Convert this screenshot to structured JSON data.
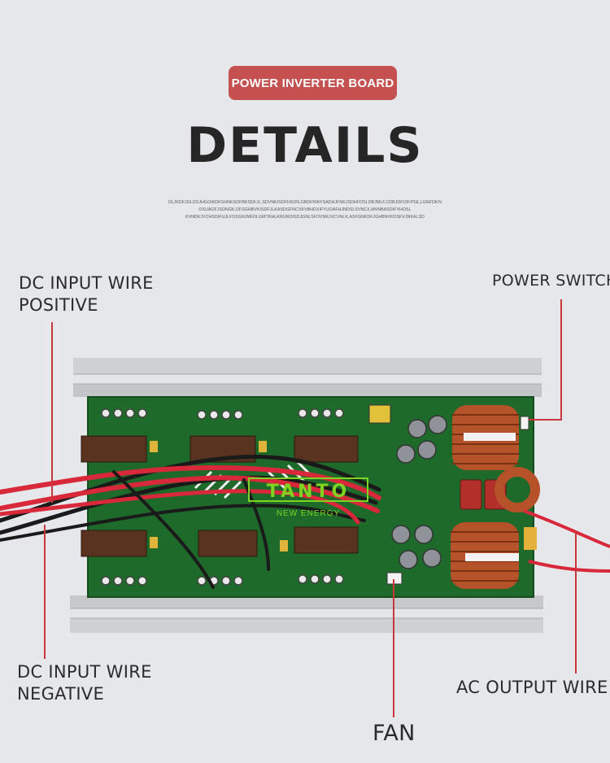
{
  "header": {
    "badge": "POWER INVERTER BOARD",
    "title": "DETAILS",
    "filler_lines": [
      "OLJKDFJGLDSJHGOIKDFGHNKSDFBKSDFJL,SDVNKISDFHSDN,GBDFNIKFSADHJFNKJSDHFOSLDBJMLF.CDBJDFOIFPSE,LGNFDKIV",
      "OSUAOFJSDNGK,DFSGHBVKISDFJLKASDGFNCXKVBHDXIFYUOAFHJNDSLSVNCX,MVNBASDIFYHOSL",
      "KVNDKJVCHSDIFUJLFDSGNJMFDLGMTRHLKRUROISDJGNLSFDVNKJXCVNLK,ASFGNKDFJGHBNVKDSFVJNKALSD"
    ]
  },
  "callouts": {
    "dc_positive": [
      "DC INPUT WIRE",
      "POSITIVE"
    ],
    "power_switch": "POWER SWITCH",
    "dc_negative": [
      "DC INPUT WIRE",
      "NEGATIVE"
    ],
    "ac_output": "AC OUTPUT WIRE",
    "fan": "FAN"
  },
  "board": {
    "logo_text": "TANTO",
    "logo_subtext": "NEW ENERGY"
  },
  "colors": {
    "badge": "#c55050",
    "leader_line": "#c9373c",
    "pcb": "#1d6a2a",
    "heatsink": "#d6d7da",
    "wire_red": "#d8283a",
    "wire_black": "#1a1a1a",
    "copper": "#b5522a",
    "logo": "#7fd321"
  }
}
